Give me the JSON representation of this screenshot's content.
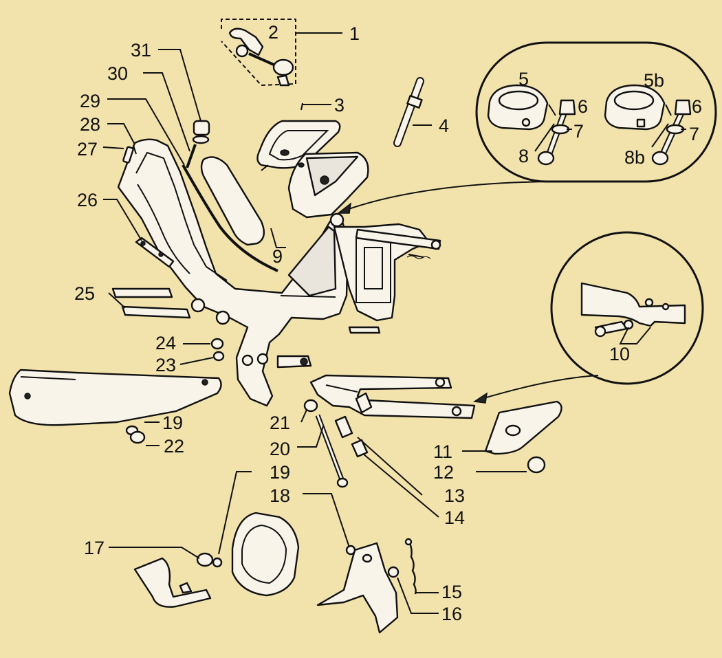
{
  "diagram": {
    "background_color": "#f2e2ac",
    "line_color": "#111111",
    "part_fill": "#f8f4ea",
    "callouts": [
      {
        "id": "c1",
        "label": "1"
      },
      {
        "id": "c2",
        "label": "2"
      },
      {
        "id": "c3",
        "label": "3"
      },
      {
        "id": "c4",
        "label": "4"
      },
      {
        "id": "c5",
        "label": "5"
      },
      {
        "id": "c5b",
        "label": "5b"
      },
      {
        "id": "c6a",
        "label": "6"
      },
      {
        "id": "c6b",
        "label": "6"
      },
      {
        "id": "c7a",
        "label": "7"
      },
      {
        "id": "c7b",
        "label": "7"
      },
      {
        "id": "c8",
        "label": "8"
      },
      {
        "id": "c8b",
        "label": "8b"
      },
      {
        "id": "c9",
        "label": "9"
      },
      {
        "id": "c10",
        "label": "10"
      },
      {
        "id": "c11",
        "label": "11"
      },
      {
        "id": "c12",
        "label": "12"
      },
      {
        "id": "c13",
        "label": "13"
      },
      {
        "id": "c14",
        "label": "14"
      },
      {
        "id": "c15",
        "label": "15"
      },
      {
        "id": "c16",
        "label": "16"
      },
      {
        "id": "c17",
        "label": "17"
      },
      {
        "id": "c18",
        "label": "18"
      },
      {
        "id": "c19a",
        "label": "19"
      },
      {
        "id": "c19b",
        "label": "19"
      },
      {
        "id": "c20",
        "label": "20"
      },
      {
        "id": "c21",
        "label": "21"
      },
      {
        "id": "c22",
        "label": "22"
      },
      {
        "id": "c23",
        "label": "23"
      },
      {
        "id": "c24",
        "label": "24"
      },
      {
        "id": "c25",
        "label": "25"
      },
      {
        "id": "c26",
        "label": "26"
      },
      {
        "id": "c27",
        "label": "27"
      },
      {
        "id": "c28",
        "label": "28"
      },
      {
        "id": "c29",
        "label": "29"
      },
      {
        "id": "c30",
        "label": "30"
      },
      {
        "id": "c31",
        "label": "31"
      }
    ]
  }
}
